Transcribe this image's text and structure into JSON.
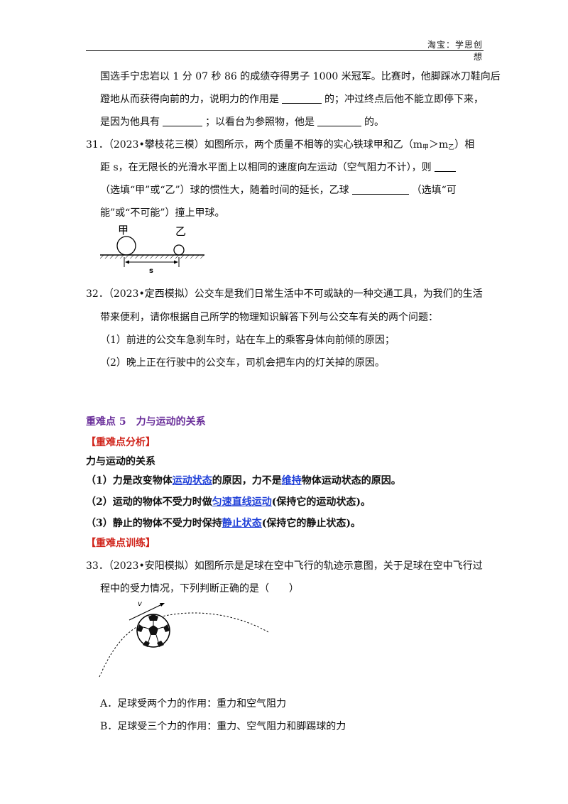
{
  "header": {
    "text": "淘宝：学思创想"
  },
  "q30": {
    "l1": "国选手宁忠岩以 1 分 07 秒 86 的成绩夺得男子 1000 米冠军。比赛时，他脚踩冰刀鞋向后",
    "l2a": "蹬地从而获得向前的力，说明力的作用是",
    "l2b": "的；冲过终点后他不能立即停下来，",
    "l3a": "是因为他具有",
    "l3b": "；以看台为参照物，他是",
    "l3c": "的。"
  },
  "q31": {
    "l1a": "31．（2023•攀枝花三模）如图所示，两个质量不相等的实心铁球甲和乙（m",
    "sub_jia": "甲",
    "l1b": "＞m",
    "sub_yi": "乙",
    "l1c": "）相",
    "l2": "距 s，在无限长的光滑水平面上以相同的速度向左运动（空气阻力不计），则",
    "l3a": "（选填“甲”或“乙”）球的惯性大，随着时间的延长，乙球",
    "l3b": "（选填“可",
    "l4": "能”或“不可能”）撞上甲球。",
    "figure": {
      "label_jia": "甲",
      "label_yi": "乙",
      "label_s": "s"
    }
  },
  "q32": {
    "l1": "32．（2023•定西模拟）公交车是我们日常生活中不可或缺的一种交通工具，为我们的生活",
    "l2": "带来便利，请你根据自己所学的物理知识解答下列与公交车有关的两个问题：",
    "p1": "（1）前进的公交车急刹车时，站在车上的乘客身体向前倾的原因；",
    "p2": "（2）晚上正在行驶中的公交车，司机会把车内的灯关掉的原因。"
  },
  "section5": {
    "title": "重难点 5　力与运动的关系",
    "analysis": "【重难点分析】",
    "subtitle": "力与运动的关系",
    "r1a": "（1）力是改变物体",
    "r1link1": "运动状态",
    "r1b": "的原因，力不是",
    "r1link2": "维持",
    "r1c": "物体运动状态的原因。",
    "r2a": "（2）运动的物体不受力时做",
    "r2link": "匀速直线运动",
    "r2b": "(保持它的运动状态)。",
    "r3a": "（3）静止的物体不受力时保持",
    "r3link": "静止状态",
    "r3b": "(保持它的静止状态)。",
    "training": "【重难点训练】"
  },
  "q33": {
    "l1": "33．（2023•安阳模拟）如图所示是足球在空中飞行的轨迹示意图，关于足球在空中飞行过",
    "l2": "程中的受力情况，下列判断正确的是（　　）",
    "figure": {
      "label_v": "v"
    },
    "optA": "A．足球受两个力的作用：重力和空气阻力",
    "optB": "B．足球受三个力的作用：重力、空气阻力和脚踢球的力"
  }
}
